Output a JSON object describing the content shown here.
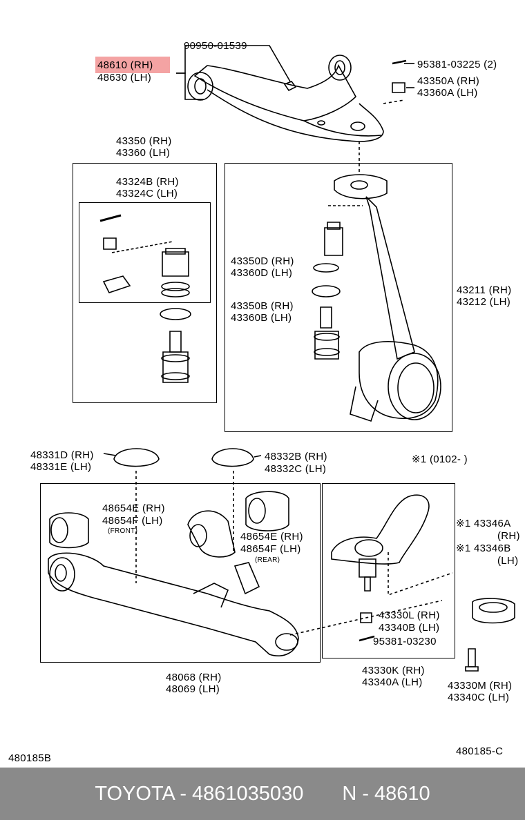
{
  "labels": {
    "p90950": "90950-01539",
    "p48610": "48610 (RH)",
    "p48630": "48630 (LH)",
    "p95381a": "95381-03225 (2)",
    "p43350a": "43350A (RH)",
    "p43360a": "43360A (LH)",
    "p43350": "43350 (RH)",
    "p43360": "43360 (LH)",
    "p43324b": "43324B (RH)",
    "p43324c": "43324C (LH)",
    "p43350d": "43350D (RH)",
    "p43360d": "43360D (LH)",
    "p43350b": "43350B (RH)",
    "p43360b": "43360B (LH)",
    "p43211": "43211 (RH)",
    "p43212": "43212 (LH)",
    "p48331d": "48331D (RH)",
    "p48331e": "48331E (LH)",
    "p48332b": "48332B (RH)",
    "p48332c": "48332C (LH)",
    "note1": "※1 (0102-        )",
    "p48654e_front": "48654E (RH)",
    "p48654f_front": "48654F (LH)",
    "front": "(FRONT)",
    "p48654e_rear": "48654E (RH)",
    "p48654f_rear": "48654F (LH)",
    "rear": "(REAR)",
    "p43346a": "※1 43346A",
    "p43346a_rh": "(RH)",
    "p43346b": "※1 43346B",
    "p43346b_lh": "(LH)",
    "p43330l": "43330L (RH)",
    "p43340b": "43340B (LH)",
    "p95381b": "95381-03230",
    "p48068": "48068 (RH)",
    "p48069": "48069 (LH)",
    "p43330k": "43330K (RH)",
    "p43340a": "43340A (LH)",
    "p43330m": "43330M (RH)",
    "p43340c": "43340C (LH)",
    "code_left": "480185B",
    "code_right": "480185-C"
  },
  "footer": {
    "brand": "TOYOTA - 4861035030",
    "part": "N - 48610"
  },
  "highlight_color": "#f4a3a3"
}
